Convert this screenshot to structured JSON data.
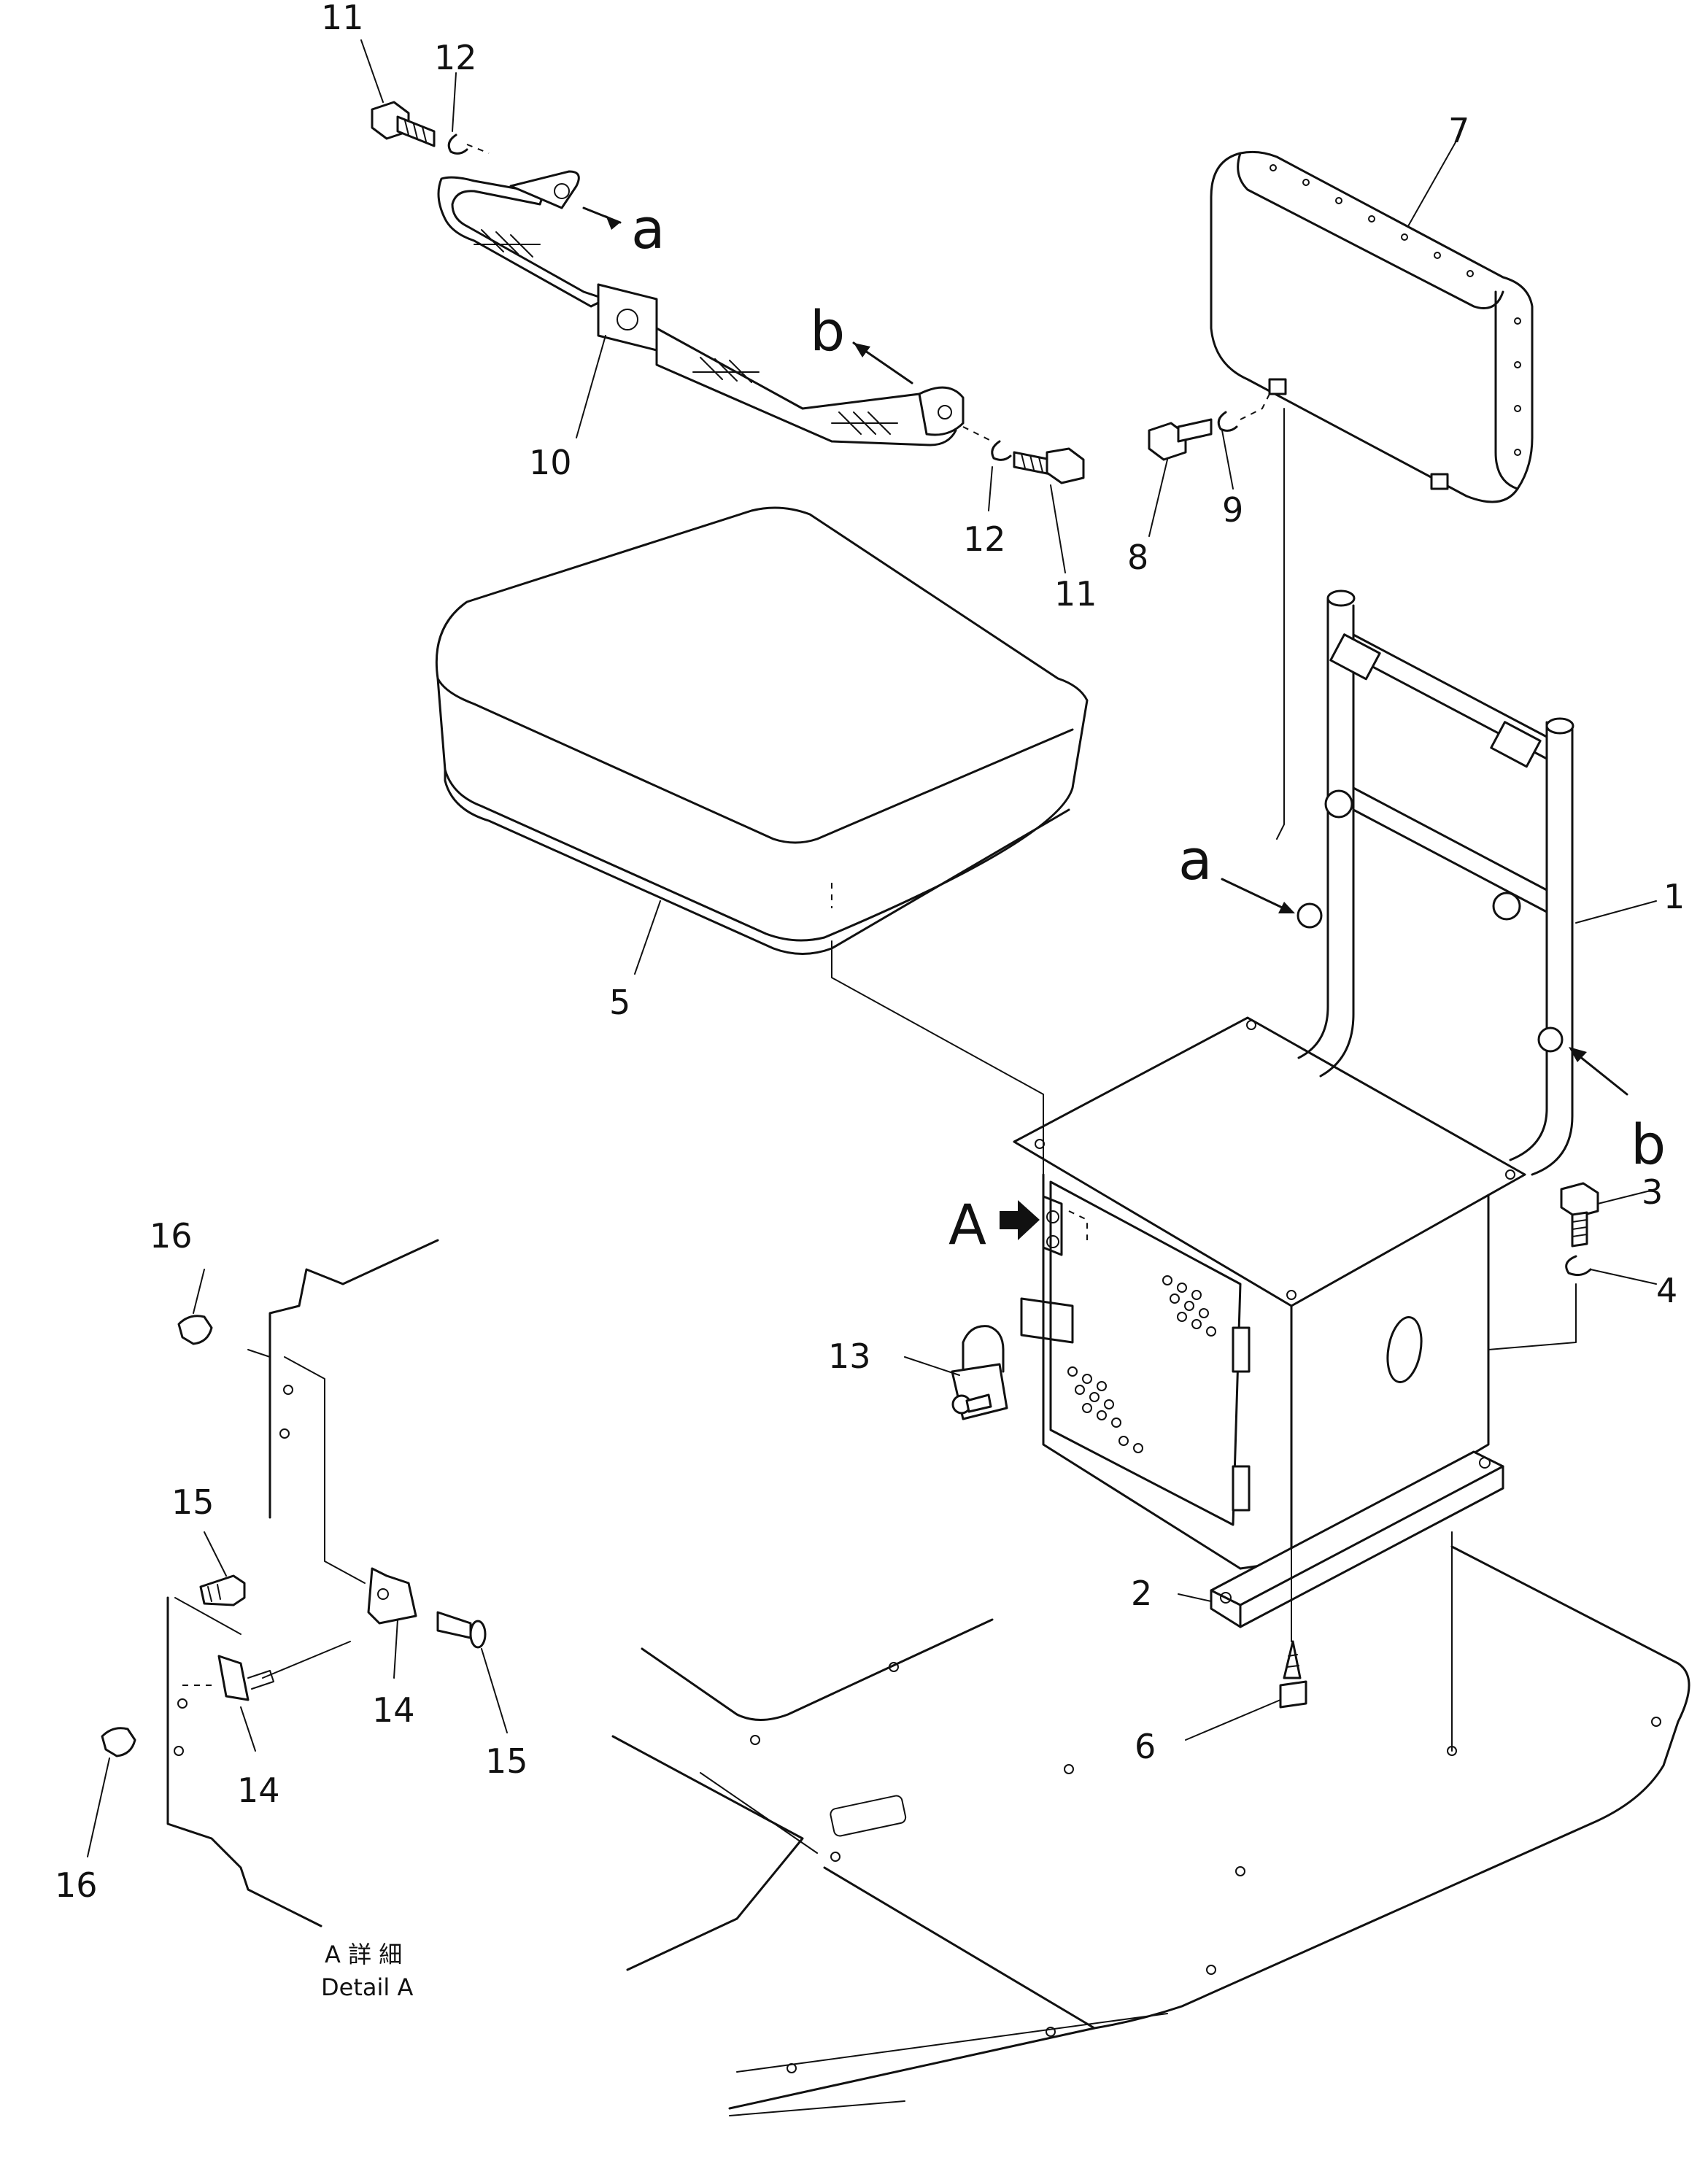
{
  "callouts": [
    "1",
    "2",
    "3",
    "4",
    "5",
    "6",
    "7",
    "8",
    "9",
    "10",
    "11",
    "12",
    "13",
    "14",
    "15",
    "16"
  ],
  "letters": {
    "a": "a",
    "b": "b",
    "A": "A"
  },
  "detail": {
    "jp": "A 詳 細",
    "en": "Detail A"
  }
}
